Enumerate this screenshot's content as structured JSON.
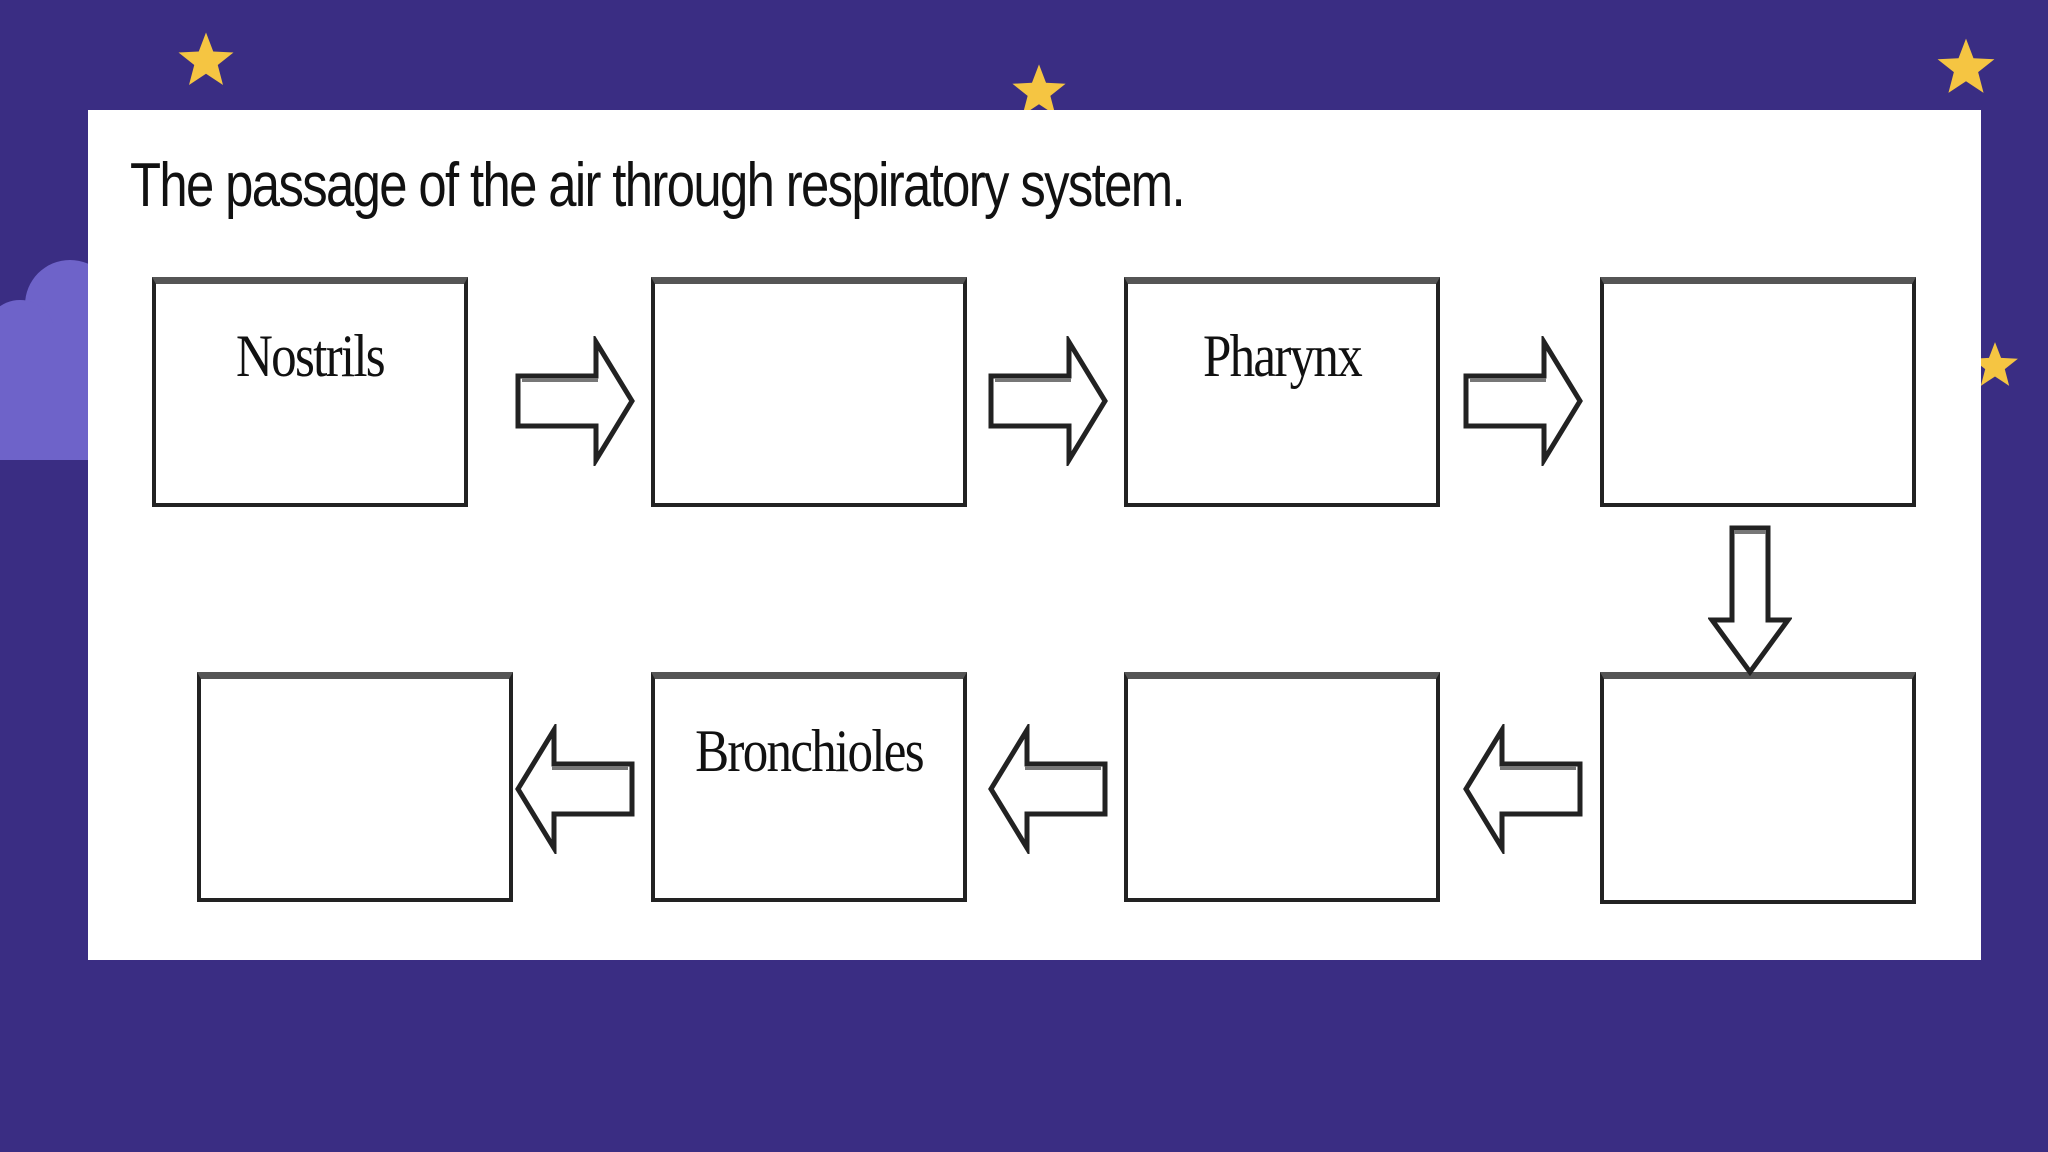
{
  "title": "The passage of the air through respiratory system.",
  "flow": {
    "boxes": [
      {
        "id": "step-1",
        "label": "Nostrils"
      },
      {
        "id": "step-2",
        "label": ""
      },
      {
        "id": "step-3",
        "label": "Pharynx"
      },
      {
        "id": "step-4",
        "label": ""
      },
      {
        "id": "step-5",
        "label": ""
      },
      {
        "id": "step-6",
        "label": ""
      },
      {
        "id": "step-7",
        "label": "Bronchioles"
      },
      {
        "id": "step-8",
        "label": ""
      }
    ]
  },
  "colors": {
    "background": "#3a2d83",
    "star": "#f5c542",
    "cloud": "#6e63c9",
    "panel": "#ffffff"
  }
}
